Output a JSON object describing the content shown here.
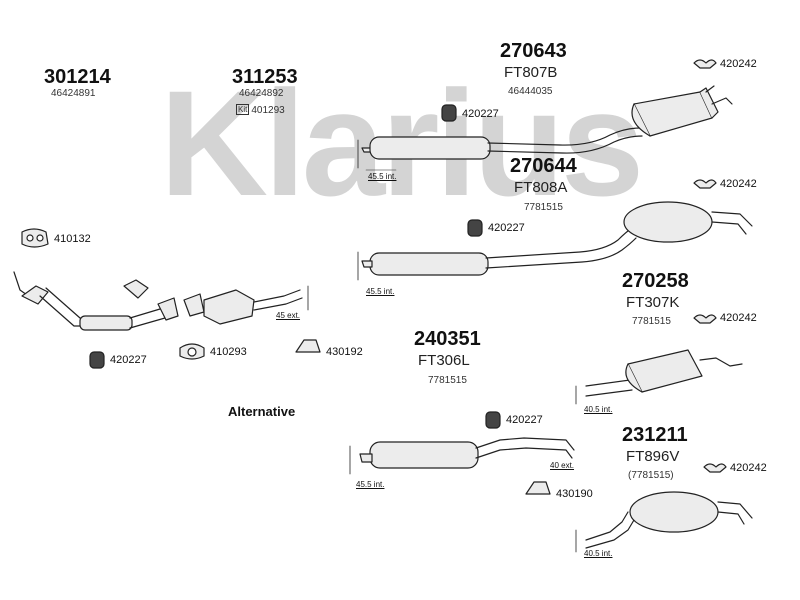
{
  "watermark": "Klarius",
  "colors": {
    "watermark": "#d4d4d4",
    "part": "#ececec",
    "stroke": "#222222"
  },
  "labels": {
    "g301214": {
      "pn": "301214",
      "sub": "46424891"
    },
    "g311253": {
      "pn": "311253",
      "sub": "46424892",
      "kit_tag": "Kit",
      "kit_code": "401293"
    },
    "g270643": {
      "pn": "270643",
      "ft": "FT807B",
      "sub": "46444035"
    },
    "g270644": {
      "pn": "270644",
      "ft": "FT808A",
      "sub": "7781515"
    },
    "g270258": {
      "pn": "270258",
      "ft": "FT307K",
      "sub": "7781515"
    },
    "g240351": {
      "pn": "240351",
      "ft": "FT306L",
      "sub": "7781515"
    },
    "g231211": {
      "pn": "231211",
      "ft": "FT896V",
      "sub": "(7781515)"
    },
    "alternative": "Alternative"
  },
  "parts": {
    "p420242a": "420242",
    "p420242b": "420242",
    "p420242c": "420242",
    "p420242d": "420242",
    "p420227a": "420227",
    "p420227b": "420227",
    "p420227c": "420227",
    "p420227d": "420227",
    "p410132": "410132",
    "p410293": "410293",
    "p430192": "430192",
    "p430190": "430190"
  },
  "dimensions": {
    "d1": "45.5 int.",
    "d2": "45.5 int.",
    "d3": "45 ext.",
    "d4": "40.5 int.",
    "d5": "40 ext.",
    "d6": "45.5 int.",
    "d7": "40.5 int."
  }
}
